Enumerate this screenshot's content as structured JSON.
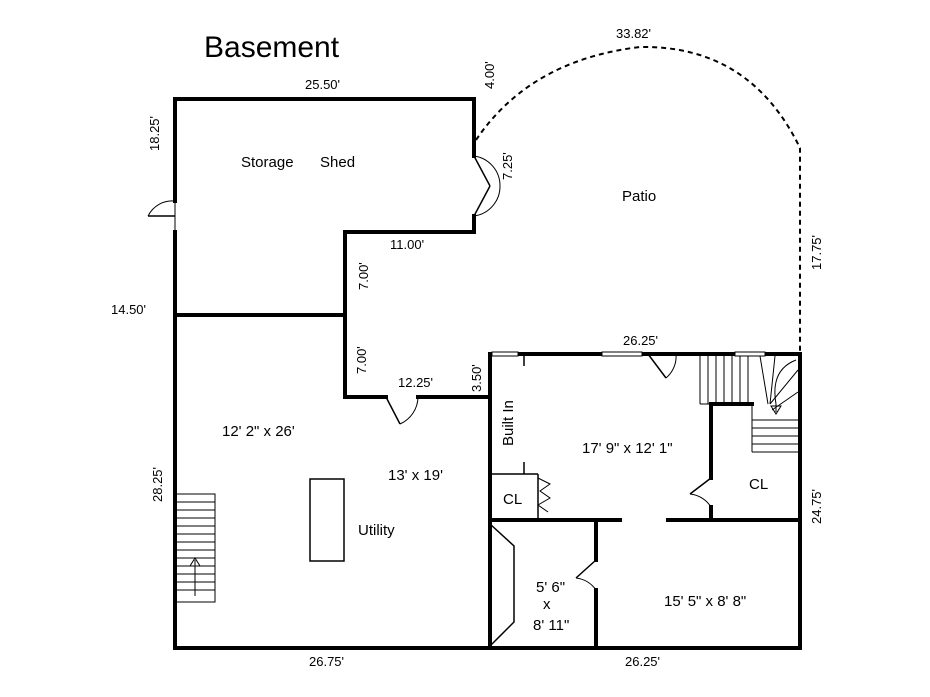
{
  "title": "Basement",
  "dimensions": {
    "shed_top": "25.50'",
    "shed_left": "18.25'",
    "patio_notch": "4.00'",
    "patio_arc": "33.82'",
    "shed_door_side": "7.25'",
    "patio_right": "17.75'",
    "shed_step": "11.00'",
    "step_upper": "7.00'",
    "step_lower": "7.00'",
    "left_mid": "14.50'",
    "step_bottom": "12.25'",
    "notch_small": "3.50'",
    "family_top": "26.25'",
    "left_lower": "28.25'",
    "right_lower": "24.75'",
    "bottom_left": "26.75'",
    "bottom_right": "26.25'"
  },
  "rooms": {
    "storage": "Storage",
    "shed": "Shed",
    "patio": "Patio",
    "left_room_size": "12' 2\" x 26'",
    "utility_size": "13' x 19'",
    "utility": "Utility",
    "built_in": "Built In",
    "family_size": "17' 9\" x 12' 1\"",
    "closet_left": "CL",
    "closet_right": "CL",
    "bath_size_w": "5' 6\"",
    "bath_x": "x",
    "bath_size_d": "8' 11\"",
    "bedroom_size": "15' 5\" x 8' 8\""
  }
}
